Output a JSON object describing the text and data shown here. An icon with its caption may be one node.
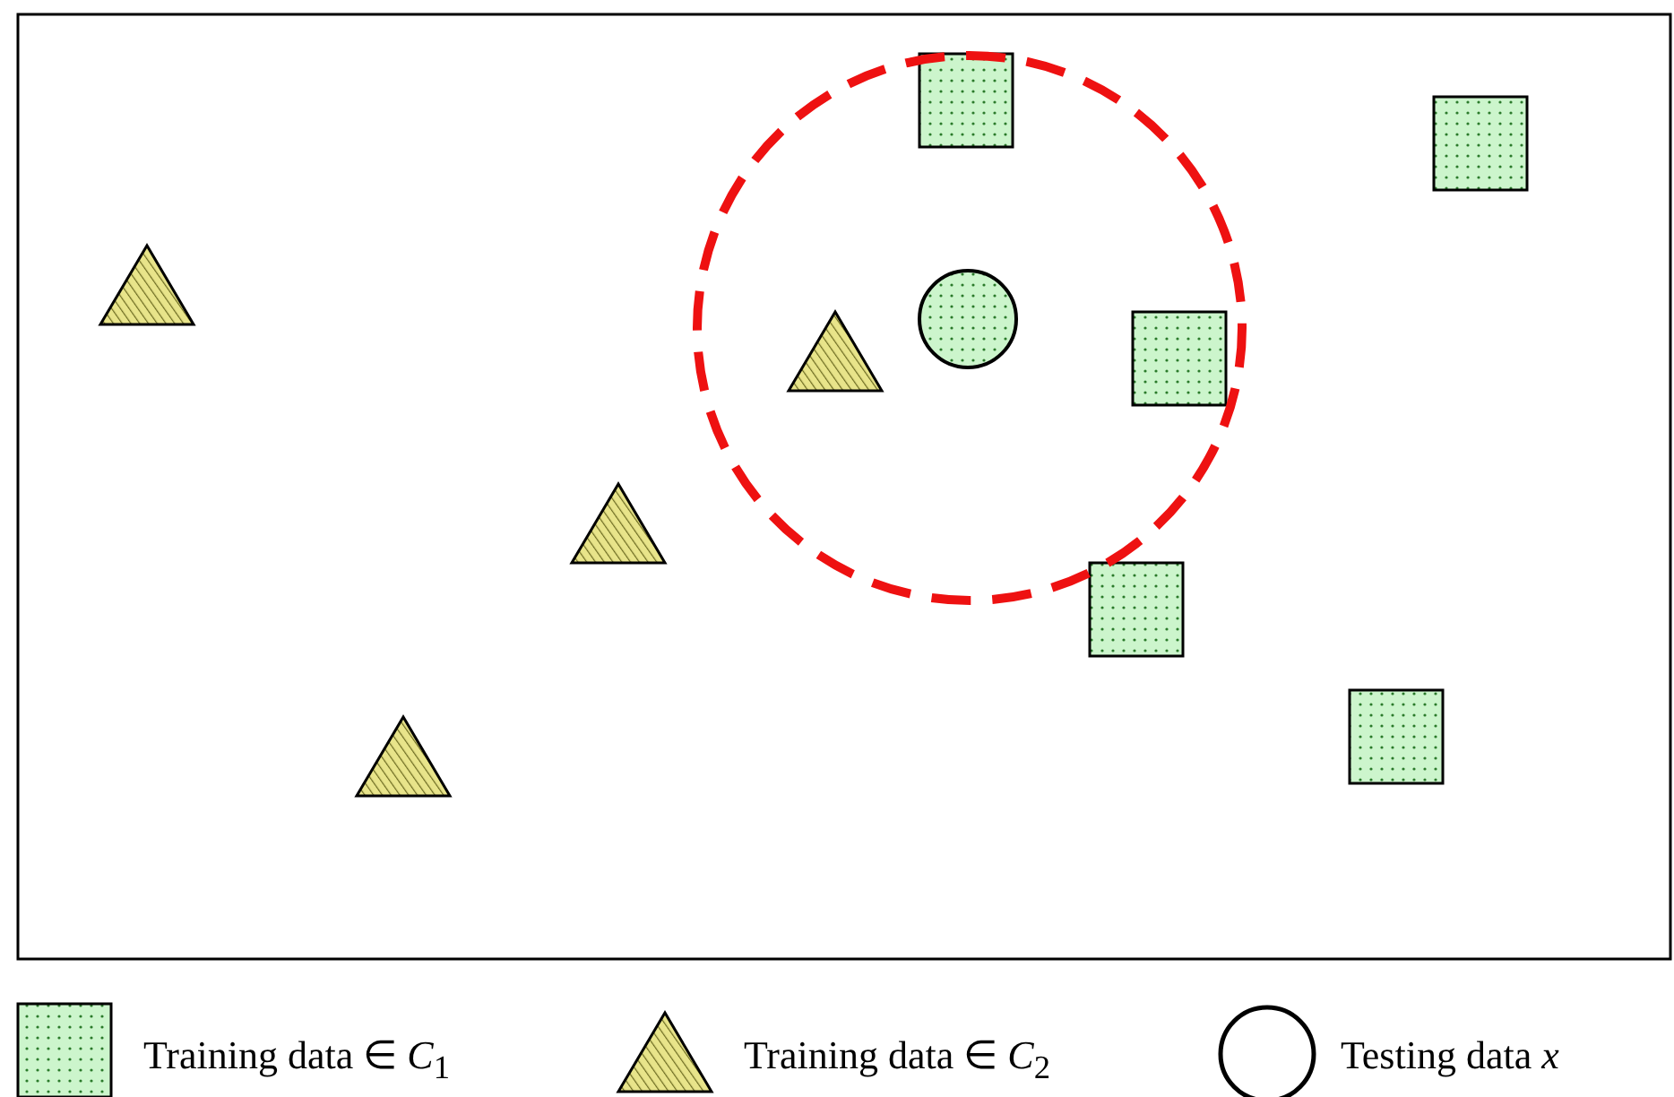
{
  "diagram": {
    "legend": [
      {
        "text": "Training data ∈ *C*$_{1}$"
      },
      {
        "text": "Training data ∈ *C*$_{2}$"
      },
      {
        "text": "Testing data *x*"
      }
    ]
  }
}
